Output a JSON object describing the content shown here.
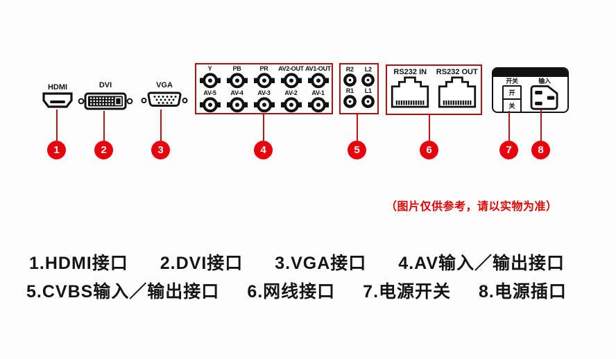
{
  "colors": {
    "callout_red": "#e8000d",
    "box_red": "#b20f0f",
    "note_red": "#e30000",
    "ink_black": "#111111"
  },
  "connectors": {
    "hdmi": {
      "label": "HDMI"
    },
    "dvi": {
      "label": "DVI"
    },
    "vga": {
      "label": "VGA"
    },
    "av": {
      "columns": [
        {
          "top": "Y",
          "bottom": "AV-5"
        },
        {
          "top": "PB",
          "bottom": "AV-4"
        },
        {
          "top": "PR",
          "bottom": "AV-3"
        },
        {
          "top": "AV2-OUT",
          "bottom": "AV-2"
        },
        {
          "top": "AV1-OUT",
          "bottom": "AV-1"
        }
      ]
    },
    "cvbs": {
      "columns": [
        {
          "top": "R2",
          "bottom": "R1"
        },
        {
          "top": "L2",
          "bottom": "L1"
        }
      ]
    },
    "network": {
      "ports": [
        {
          "label": "RS232 IN"
        },
        {
          "label": "RS232 OUT"
        }
      ]
    },
    "power": {
      "switch_label": "开关",
      "on": "开",
      "off": "关",
      "inlet_label": "输入"
    }
  },
  "callouts": [
    "1",
    "2",
    "3",
    "4",
    "5",
    "6",
    "7",
    "8"
  ],
  "note": "（图片仅供参考，请以实物为准）",
  "legend": [
    [
      "1.HDMI接口",
      "2.DVI接口",
      "3.VGA接口",
      "4.AV输入／输出接口"
    ],
    [
      "5.CVBS输入／输出接口",
      "6.网线接口",
      "7.电源开关",
      "8.电源插口"
    ]
  ]
}
